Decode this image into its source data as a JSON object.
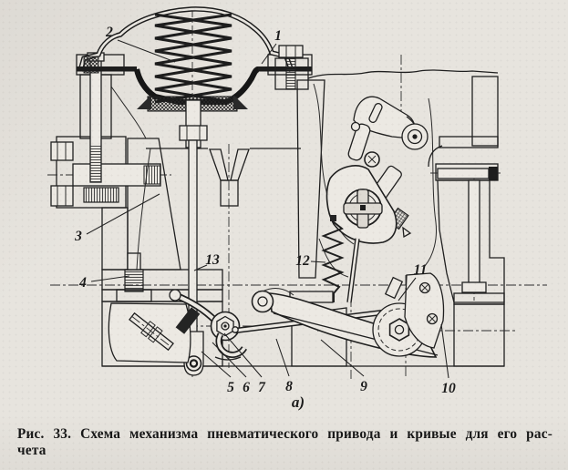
{
  "page": {
    "colors": {
      "paper": "#e7e4de",
      "ink": "#1f1f1f"
    }
  },
  "figure": {
    "sublabel": "а)",
    "callouts": [
      {
        "label": "1"
      },
      {
        "label": "2"
      },
      {
        "label": "3"
      },
      {
        "label": "4"
      },
      {
        "label": "5"
      },
      {
        "label": "6"
      },
      {
        "label": "7"
      },
      {
        "label": "8"
      },
      {
        "label": "9"
      },
      {
        "label": "10"
      },
      {
        "label": "11"
      },
      {
        "label": "12"
      },
      {
        "label": "13"
      }
    ]
  },
  "caption": {
    "line1": "Рис. 33. Схема механизма пневматического привода и кривые для его рас-",
    "line2": "чета"
  }
}
